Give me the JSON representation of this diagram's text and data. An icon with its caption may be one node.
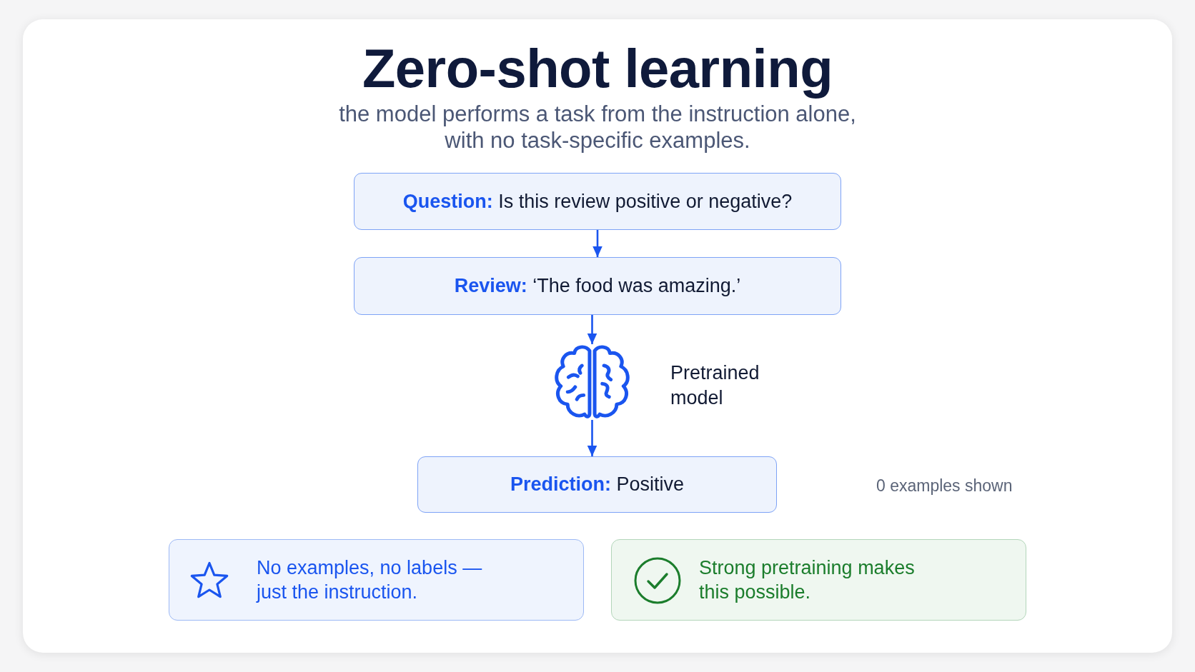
{
  "diagram": {
    "title": "Zero-shot learning",
    "nodes": [
      {
        "text": [
          "**Question:** Is this review positive or negative?"
        ]
      },
      {
        "text": [
          "**Review:** ‘The food was amazing.’"
        ]
      },
      {
        "text": [],
        "shape": "picture",
        "beside": [
          "Pretrained model"
        ]
      },
      {
        "text": [
          "**Prediction:** Positive"
        ]
      },
      {
        "text": [
          "No examples, no labels — just the instruction."
        ]
      },
      {
        "text": [
          "Strong pretraining makes this possible."
        ]
      }
    ],
    "edges": [
      {
        "from": 0,
        "to": 1,
        "arrow": "to"
      },
      {
        "from": 1,
        "to": 2,
        "arrow": "to"
      },
      {
        "from": 2,
        "to": 3,
        "arrow": "to"
      }
    ],
    "labels": [
      "the model performs a task from the instruction alone, with no task-specific examples.",
      "0 examples shown"
    ]
  }
}
